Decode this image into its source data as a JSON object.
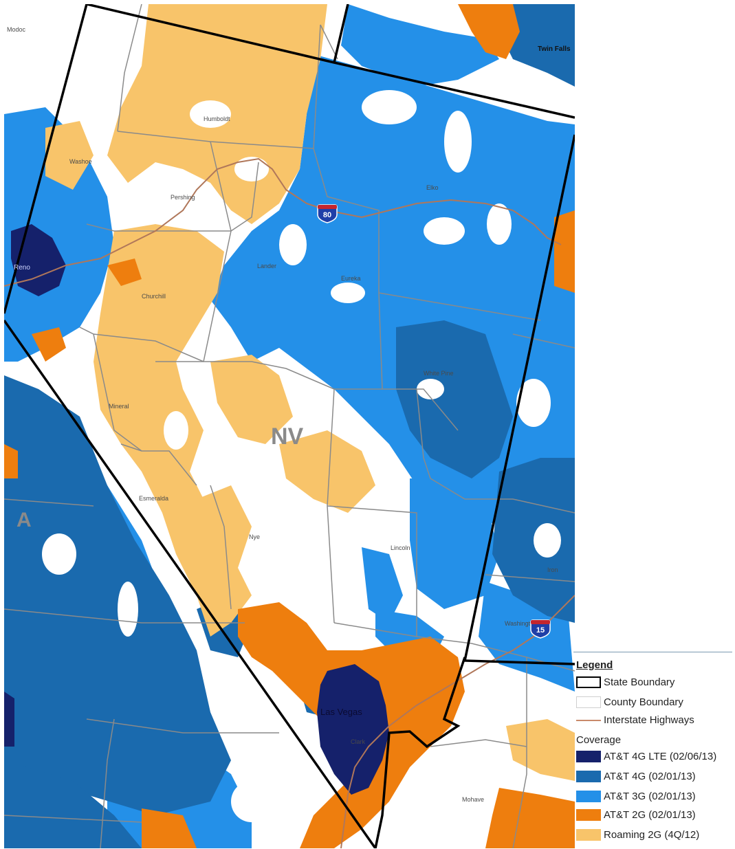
{
  "map": {
    "state_label": "NV",
    "places": [
      {
        "name": "Modoc",
        "kind": "county"
      },
      {
        "name": "Humboldt",
        "kind": "county"
      },
      {
        "name": "Washoe",
        "kind": "county"
      },
      {
        "name": "Pershing",
        "kind": "county"
      },
      {
        "name": "Elko",
        "kind": "county"
      },
      {
        "name": "Lander",
        "kind": "county"
      },
      {
        "name": "Eureka",
        "kind": "county"
      },
      {
        "name": "Churchill",
        "kind": "county"
      },
      {
        "name": "White Pine",
        "kind": "county"
      },
      {
        "name": "Mineral",
        "kind": "county"
      },
      {
        "name": "Esmeralda",
        "kind": "county"
      },
      {
        "name": "Nye",
        "kind": "county"
      },
      {
        "name": "Lincoln",
        "kind": "county"
      },
      {
        "name": "Clark",
        "kind": "county"
      },
      {
        "name": "Mohave",
        "kind": "county"
      },
      {
        "name": "Iron",
        "kind": "county"
      },
      {
        "name": "Washington",
        "kind": "county"
      },
      {
        "name": "Reno",
        "kind": "city"
      },
      {
        "name": "Las Vegas",
        "kind": "city"
      },
      {
        "name": "Twin Falls",
        "kind": "city"
      }
    ],
    "state_fragment_left": "A",
    "interstates": [
      {
        "number": "80",
        "icon": "interstate-shield-icon"
      },
      {
        "number": "15",
        "icon": "interstate-shield-icon"
      }
    ]
  },
  "legend": {
    "title": "Legend",
    "boundaries": [
      {
        "label": "State Boundary",
        "style": "state"
      },
      {
        "label": "County Boundary",
        "style": "county"
      },
      {
        "label": "Interstate Highways",
        "style": "highway"
      }
    ],
    "coverage_title": "Coverage",
    "coverage": [
      {
        "label": "AT&T 4G LTE (02/06/13)",
        "color": "#15216b"
      },
      {
        "label": "AT&T 4G (02/01/13)",
        "color": "#1a6aae"
      },
      {
        "label": "AT&T 3G (02/01/13)",
        "color": "#2490e8"
      },
      {
        "label": "AT&T 2G (02/01/13)",
        "color": "#ee7e0e"
      },
      {
        "label": "Roaming 2G (4Q/12)",
        "color": "#f8c46a"
      }
    ]
  },
  "colors": {
    "state_boundary": "#000000",
    "county_boundary": "#8a8a8a",
    "interstate": "#b0775a",
    "no_coverage": "#ffffff"
  }
}
